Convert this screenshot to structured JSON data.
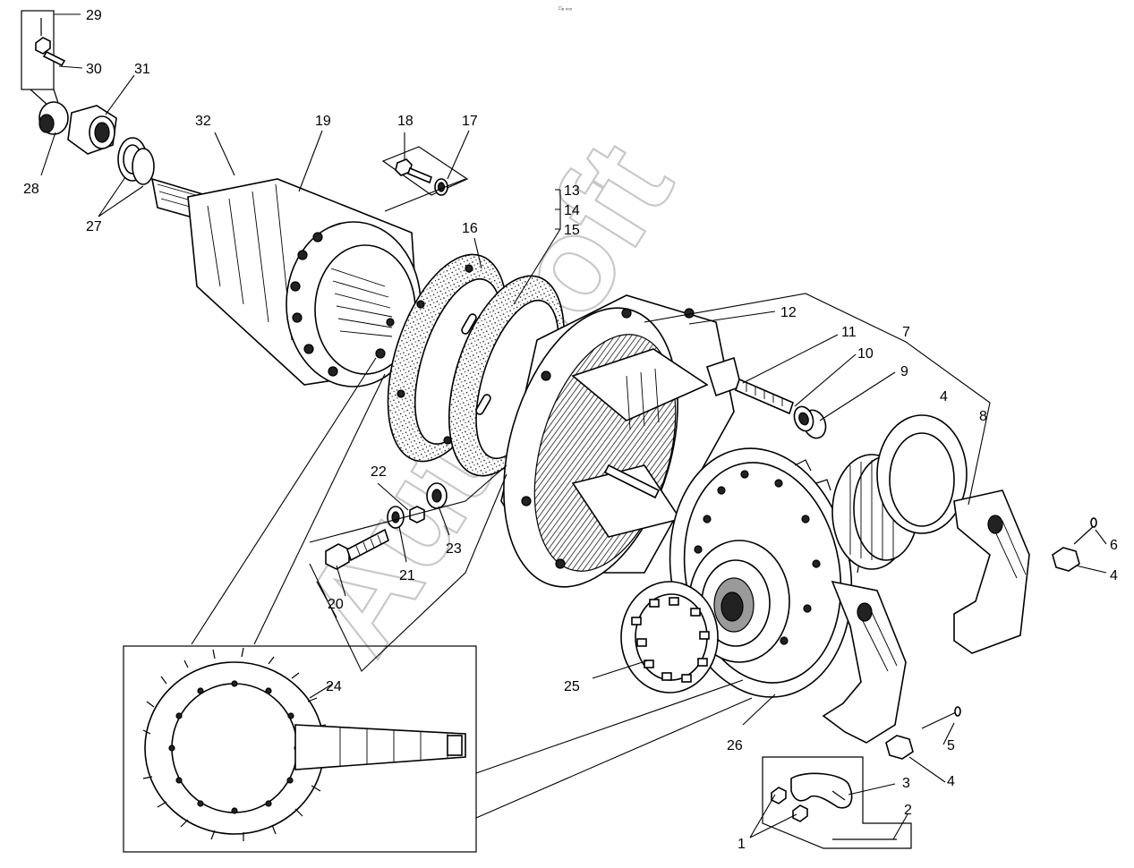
{
  "watermark": "AutoSoft",
  "corner_mark": "□₆ ₀₀₀",
  "callouts": {
    "c1": "1",
    "c2": "2",
    "c3": "3",
    "c4a": "4",
    "c4b": "4",
    "c4c": "4",
    "c5": "5",
    "c6": "6",
    "c7": "7",
    "c8": "8",
    "c9": "9",
    "c10": "10",
    "c11": "11",
    "c12": "12",
    "c13": "13",
    "c14": "14",
    "c15": "15",
    "c16": "16",
    "c17": "17",
    "c18": "18",
    "c19": "19",
    "c20": "20",
    "c21": "21",
    "c22": "22",
    "c23": "23",
    "c24": "24",
    "c25": "25",
    "c26": "26",
    "c27": "27",
    "c28": "28",
    "c29": "29",
    "c30": "30",
    "c31": "31",
    "c32": "32"
  }
}
